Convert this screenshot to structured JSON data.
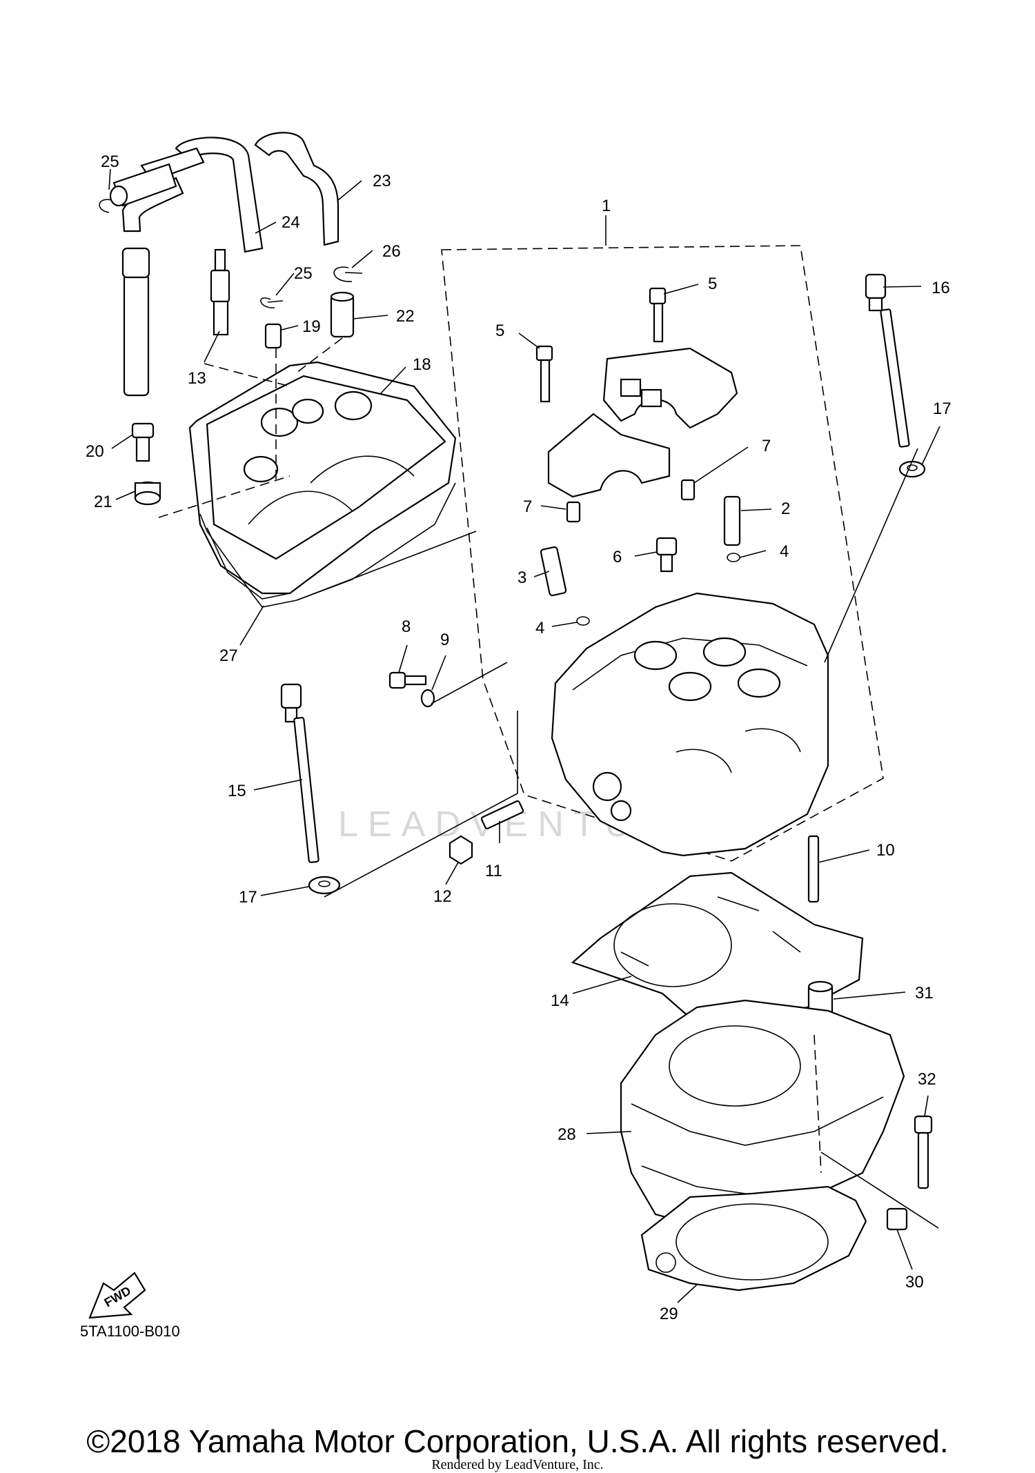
{
  "diagram_code": "5TA1100-B010",
  "fwd_label": "FWD",
  "watermark": "LEADVENTURE",
  "copyright": "©2018 Yamaha Motor Corporation, U.S.A. All rights reserved.",
  "rendered_by": "Rendered by LeadVenture, Inc.",
  "callouts": [
    "1",
    "2",
    "3",
    "4",
    "4",
    "5",
    "5",
    "6",
    "7",
    "7",
    "8",
    "9",
    "10",
    "11",
    "12",
    "13",
    "14",
    "15",
    "16",
    "17",
    "17",
    "18",
    "19",
    "20",
    "21",
    "22",
    "23",
    "24",
    "25",
    "25",
    "26",
    "27",
    "28",
    "29",
    "30",
    "31",
    "32"
  ]
}
